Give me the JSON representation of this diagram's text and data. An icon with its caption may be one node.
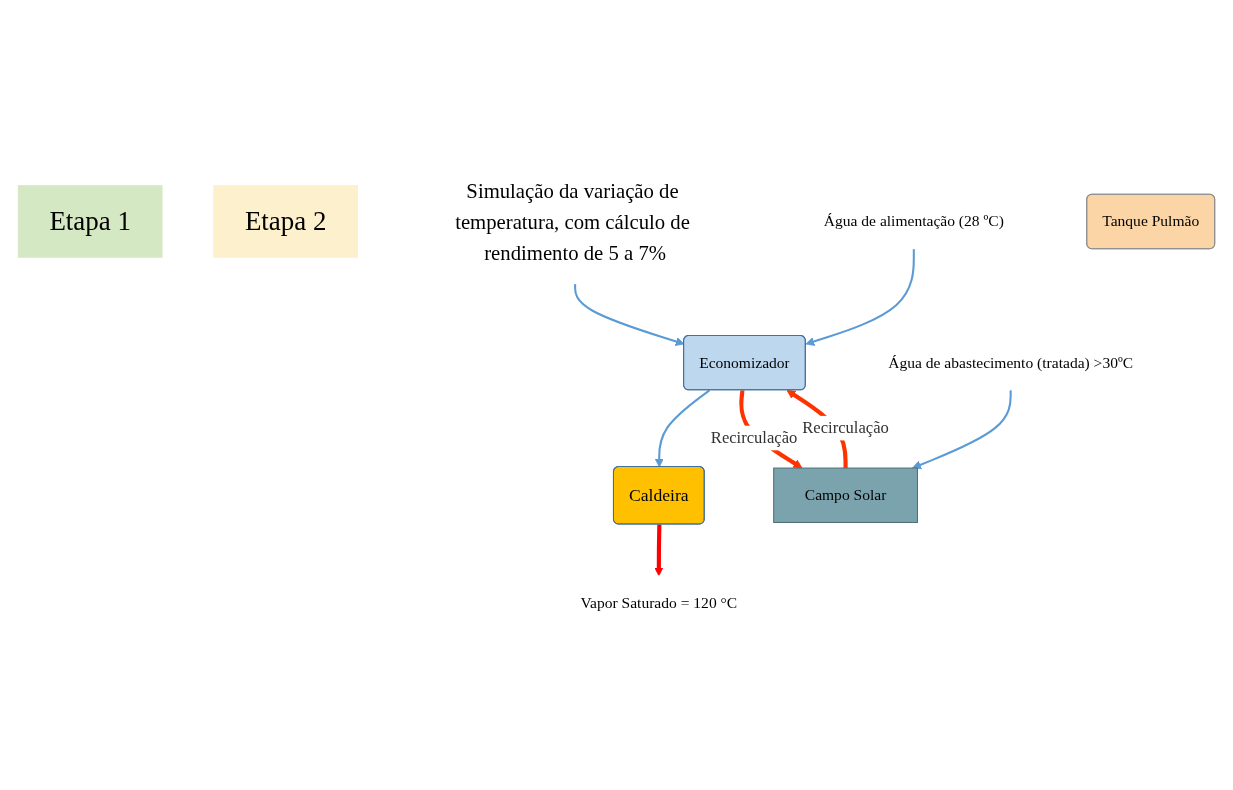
{
  "diagram": {
    "nodes": [
      {
        "text": [
          "Etapa 1"
        ]
      },
      {
        "text": [
          "Etapa 2"
        ]
      },
      {
        "text": [
          "Simulação da variação de temperatura, com cálculo de rendimento de 5 a 7%"
        ]
      },
      {
        "text": [
          "Água de alimentação (28 ºC)"
        ]
      },
      {
        "text": [
          "Economizador"
        ]
      },
      {
        "text": [
          "Caldeira"
        ]
      },
      {
        "text": [
          "Vapor Saturado = 120 °C"
        ]
      },
      {
        "text": [
          "Tanque Pulmão"
        ]
      },
      {
        "text": [
          "Campo Solar"
        ]
      },
      {
        "text": [
          "Água de abastecimento (tratada) >30ºC"
        ]
      }
    ],
    "edges": [
      {
        "from": 2,
        "to": 4,
        "arrow": "to"
      },
      {
        "from": 3,
        "to": 4,
        "arrow": "to"
      },
      {
        "from": 4,
        "to": 5,
        "arrow": "to"
      },
      {
        "from": 5,
        "to": 6,
        "arrow": "to",
        "style": "thick",
        "color": "#ff0000"
      },
      {
        "from": 8,
        "to": 4,
        "arrow": "to",
        "label": "Recirculação",
        "style": "thick",
        "color": "#ff3300"
      },
      {
        "from": 4,
        "to": 8,
        "arrow": "to",
        "label": "Recirculação",
        "style": "thick",
        "color": "#ff3300"
      },
      {
        "from": 9,
        "to": 8,
        "arrow": "to"
      }
    ]
  }
}
